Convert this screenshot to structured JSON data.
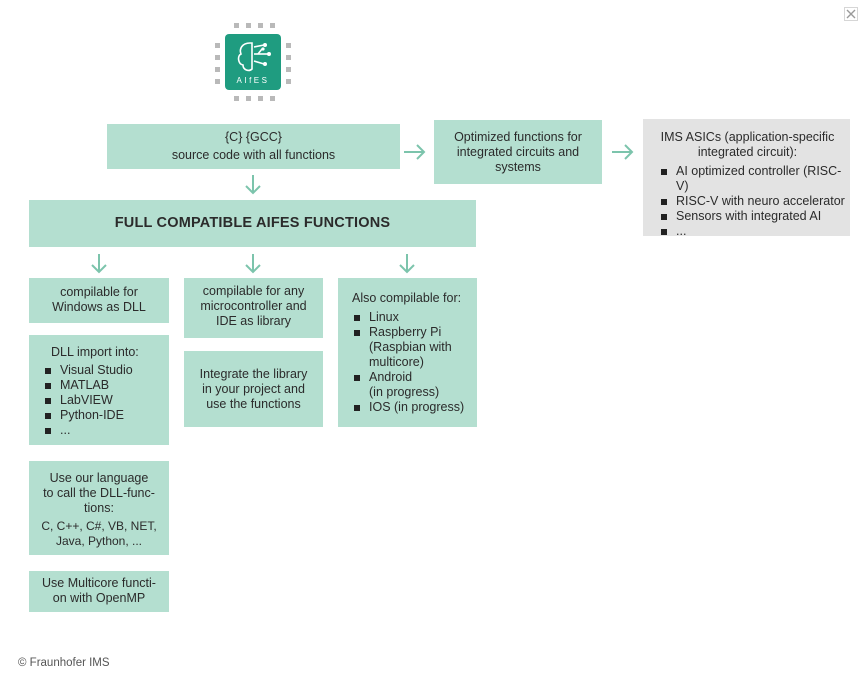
{
  "logo": {
    "text": "AIfES"
  },
  "source": {
    "line1": "{C} {GCC}",
    "line2": "source code with all functions"
  },
  "optimized": {
    "text": "Optimized functions for\nintegrated circuits and\nsystems"
  },
  "asic": {
    "title": "IMS ASICs (application-specific\nintegrated circuit):",
    "items": [
      "AI optimized controller (RISC-V)",
      "RISC-V with neuro accelerator",
      "Sensors with integrated AI",
      "..."
    ]
  },
  "full": {
    "title": "FULL COMPATIBLE AIFES FUNCTIONS"
  },
  "col1": {
    "windows": "compilable for\nWindows as DLL",
    "dll_title": "DLL import into:",
    "dll_items": [
      "Visual Studio",
      "MATLAB",
      "LabVIEW",
      "Python-IDE",
      "..."
    ],
    "lang_title": "Use our language\nto call the DLL-func-\ntions:",
    "lang_list": "C, C++, C#, VB, NET,\nJava, Python, ...",
    "multicore": "Use Multicore functi-\non with OpenMP"
  },
  "col2": {
    "micro": "compilable for any\nmicrocontroller and\nIDE as library",
    "integrate": "Integrate the library\nin your project and\nuse the functions"
  },
  "col3": {
    "title": "Also compilable for:",
    "items": [
      {
        "label": "Linux",
        "sub": ""
      },
      {
        "label": "Raspberry Pi",
        "sub": "(Raspbian with\nmulticore)"
      },
      {
        "label": "Android",
        "sub": "(in progress)"
      },
      {
        "label": "IOS (in progress)",
        "sub": ""
      }
    ]
  },
  "footer": {
    "copyright": "© Fraunhofer IMS"
  },
  "colors": {
    "box": "#b4dfd0",
    "grey_box": "#e3e3e3",
    "arrow": "#7cc4ac",
    "logo": "#1f9c80"
  }
}
